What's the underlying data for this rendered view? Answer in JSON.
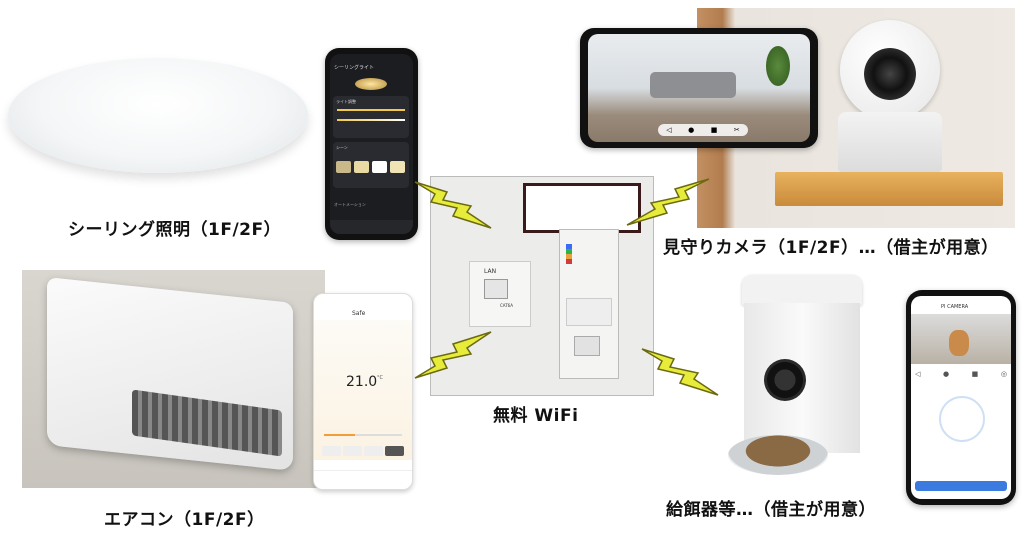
{
  "captions": {
    "ceiling": "シーリング照明（1F/2F）",
    "camera": "見守りカメラ（1F/2F）…（借主が用意）",
    "aircon": "エアコン（1F/2F）",
    "wifi": "無料 WiFi",
    "feeder": "給餌器等…（借主が用意）"
  },
  "light_app": {
    "title": "シーリングライト",
    "section1": "ライト調整",
    "section2": "シーン",
    "footer": "オートメーション"
  },
  "ac_app": {
    "title": "Safe",
    "temperature": "21.0",
    "unit": "°C"
  },
  "camera_app": {
    "title": "PI CAMERA"
  },
  "panel": {
    "lan_label": "LAN",
    "cat_label": "CAT6A"
  },
  "colors": {
    "bolt": "#e7ec3a",
    "bolt_outline": "#6b6a10"
  }
}
